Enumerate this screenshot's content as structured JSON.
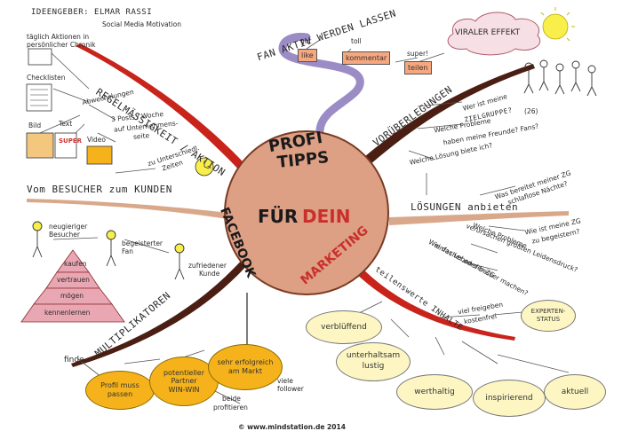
{
  "header": {
    "ideengeber": "IDEENGEBER: ELMAR RASSI",
    "subtitle": "Social Media Motivation"
  },
  "center": {
    "profi": "PROFI",
    "tipps": "TIPPS",
    "fuer": "FÜR",
    "dein": "DEIN",
    "facebook": "FACEBOOK",
    "marketing": "MARKETING"
  },
  "branches": {
    "regel": "REGELMÄSSIGKEIT / AKTION",
    "fan": "FAN AKTIV WERDEN LASSEN",
    "vorueber": "VORÜBERLEGUNGEN",
    "besucher": "Vom BESUCHER zum KUNDEN",
    "loesungen": "LÖSUNGEN anbieten",
    "teilens": "teilenswerte INHALTE",
    "multi": "MULTIPLIKATOREN"
  },
  "regel": {
    "taeglich": "täglich Aktionen in",
    "chronik": "persönlicher Chronik",
    "checklisten": "Checklisten",
    "abwechslungen": "Abwechslungen",
    "bild": "Bild",
    "text": "Text",
    "video": "Video",
    "super": "SUPER",
    "posts1": "3 Posts / Woche",
    "posts2": "auf Unternehmens-",
    "posts3": "seite",
    "zu": "zu Unterschiedl.",
    "zeiten": "Zeiten"
  },
  "fan": {
    "gut": "gut",
    "like": "like",
    "toll": "toll",
    "kommentar": "kommentar",
    "super": "super!",
    "teilen": "teilen"
  },
  "viral": "VIRALER EFFEKT",
  "vor": {
    "q1a": "Wer ist meine",
    "q1b": "ZIELGRUPPE?",
    "n26": "(26)",
    "q2a": "Welche Probleme",
    "q2b": "haben meine Freunde? Fans?",
    "q3": "Welche Lösung biete ich?"
  },
  "loes": {
    "a1": "Was bereitet meiner ZG",
    "a2": "schlaflose Nächte?",
    "b1": "Wie ist meine ZG",
    "b2": "zu begeistern?",
    "c1": "Welche Probleme",
    "c2": "verursachen größten Leidensdruck?",
    "d1": "Wie das Leben der ZG",
    "d2": "einfacher oder besser machen?"
  },
  "besucher": {
    "neugierig1": "neugieriger",
    "neugierig2": "Besucher",
    "fan1": "begeisterter",
    "fan2": "Fan",
    "kunde1": "zufriedener",
    "kunde2": "Kunde",
    "pyramid": [
      "kaufen",
      "vertrauen",
      "mögen",
      "kennenlernen"
    ]
  },
  "inhalte": {
    "viel1": "viel freigeben",
    "viel2": "kostenfrei",
    "experten": "EXPERTEN-\nSTATUS",
    "ovals": [
      "verblüffend",
      "unterhaltsam\nlustig",
      "werthaltig",
      "inspirierend",
      "aktuell"
    ]
  },
  "multi": {
    "finde": "finde",
    "ovals": [
      "Profil muss\npassen",
      "potentieller\nPartner\nWIN-WIN",
      "sehr erfolgreich\nam Markt"
    ],
    "viele1": "viele",
    "viele2": "follower",
    "beide1": "beide",
    "beide2": "profitieren"
  },
  "footer": "© www.mindstation.de 2014",
  "colors": {
    "center_fill": "#dea085",
    "center_stroke": "#7a3b23",
    "branch_red": "#c8241c",
    "branch_brown": "#4a1e12",
    "branch_tan": "#d9a88a",
    "branch_gray": "#7c7c7c",
    "squiggle": "#9c8cc6",
    "oval_yellow": "#fdf6c3",
    "oval_orange": "#f6b21a",
    "sun": "#f8ef4a"
  }
}
